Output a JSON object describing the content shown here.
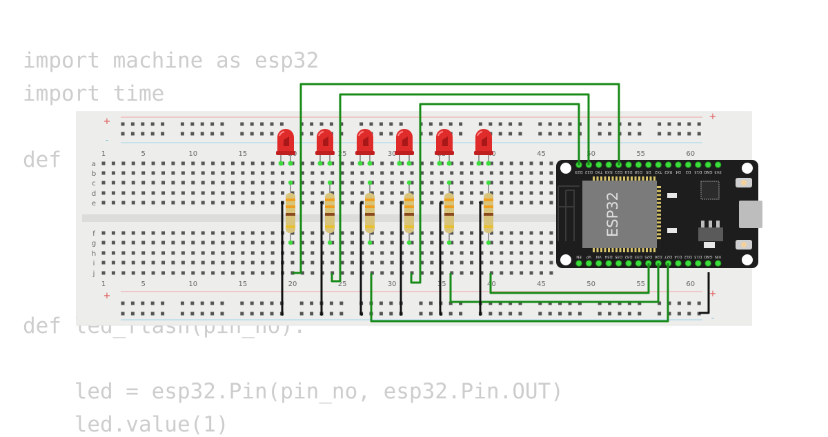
{
  "code_lines": [
    "import machine as esp32",
    "import time",
    "def",
    "def led_flash(pin_no):",
    "    led = esp32.Pin(pin_no, esp32.Pin.OUT)",
    "    led.value(1)"
  ],
  "breadboard": {
    "column_numbers": [
      "1",
      "5",
      "10",
      "15",
      "20",
      "25",
      "30",
      "35",
      "40",
      "45",
      "50",
      "55",
      "60"
    ],
    "row_letters_top": [
      "a",
      "b",
      "c",
      "d",
      "e"
    ],
    "row_letters_bottom": [
      "f",
      "g",
      "h",
      "i",
      "j"
    ],
    "rail_plus": "+",
    "rail_minus": "-"
  },
  "esp32": {
    "label": "ESP32",
    "top_pin_labels": [
      "D23",
      "D22",
      "TX0",
      "RX0",
      "D21",
      "D19",
      "D18",
      "D5",
      "TX2",
      "RX2",
      "D4",
      "D2",
      "D15",
      "GND",
      "3V3"
    ],
    "bottom_pin_labels": [
      "EN",
      "VP",
      "VN",
      "D34",
      "D35",
      "D32",
      "D33",
      "D25",
      "D26",
      "D27",
      "D14",
      "D12",
      "D13",
      "GND",
      "VIN"
    ]
  },
  "colors": {
    "wire_green": "#178a17",
    "wire_black": "#111111",
    "led_red": "#e02b2b",
    "board_bg": "#eeeeec",
    "esp_body": "#1d1d1d"
  }
}
